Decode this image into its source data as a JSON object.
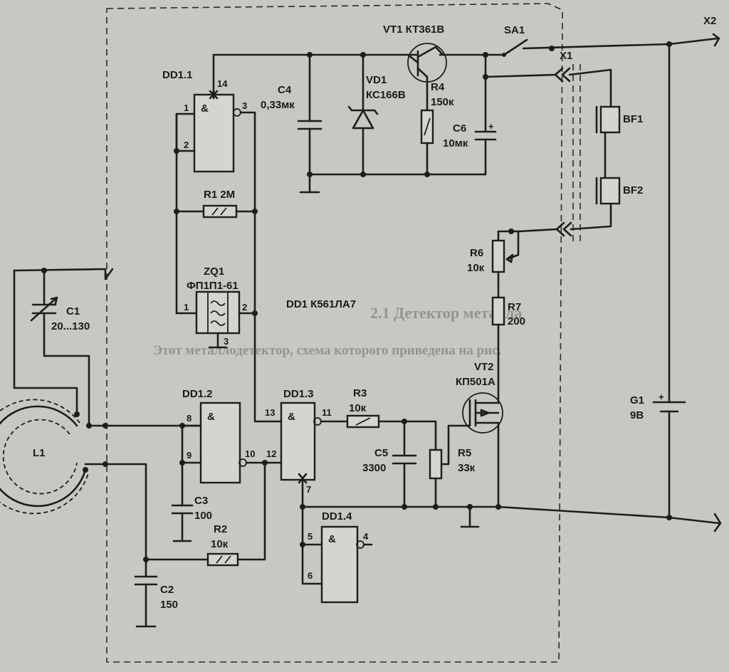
{
  "colors": {
    "paper": "#c9c7c2",
    "ink": "#1d1d1f",
    "page_text": "#6b6a68"
  },
  "labels": {
    "vt1": "VT1 КТ361В",
    "sa1": "SA1",
    "x2": "X2",
    "x1": "X1",
    "dd1_1": "DD1.1",
    "pin14": "14",
    "pin1a": "1",
    "pin2a": "2",
    "pin3": "3",
    "c4_name": "C4",
    "c4_val": "0,33мк",
    "vd1_name": "VD1",
    "vd1_val": "КС166В",
    "r4_name": "R4",
    "r4_val": "150к",
    "c6_name": "C6",
    "c6_val": "10мк",
    "bf1": "BF1",
    "bf2": "BF2",
    "r1": "R1 2M",
    "zq1_name": "ZQ1",
    "zq1_val": "ФП1П1-61",
    "zq_pin1": "1",
    "zq_pin2": "2",
    "zq_pin3": "3",
    "dd1": "DD1  К561ЛА7",
    "r6_name": "R6",
    "r6_val": "10к",
    "r7_name": "R7",
    "r7_val": "200",
    "c1_name": "C1",
    "c1_val": "20...130",
    "vt2_name": "VT2",
    "vt2_val": "КП501А",
    "dd1_2": "DD1.2",
    "dd1_3": "DD1.3",
    "r3_name": "R3",
    "r3_val": "10к",
    "pin8": "8",
    "pin9": "9",
    "pin10": "10",
    "pin12": "12",
    "pin13": "13",
    "pin11": "11",
    "pin7": "7",
    "l1": "L1",
    "c5_name": "C5",
    "c5_val": "3300",
    "r5_name": "R5",
    "r5_val": "33к",
    "g1_name": "G1",
    "g1_val": "9В",
    "c3_name": "C3",
    "c3_val": "100",
    "dd1_4": "DD1.4",
    "pin5": "5",
    "pin4": "4",
    "pin6": "6",
    "r2_name": "R2",
    "r2_val": "10к",
    "c2_name": "C2",
    "c2_val": "150",
    "amp": "&",
    "plus": "+"
  },
  "page_text": {
    "heading": "2.1 Детектор металла",
    "line1": "Этот металлодетектор, схема которого приведена на рис.",
    "line2": "",
    "line3": ""
  }
}
